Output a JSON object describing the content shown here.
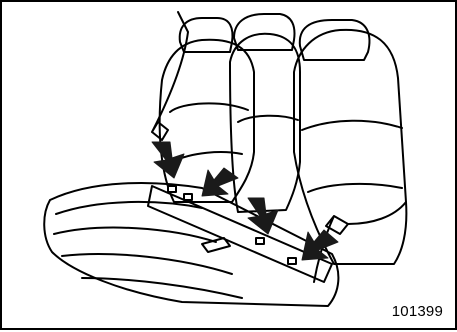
{
  "figure": {
    "id_label": "101399",
    "subject": "rear-seat-illustration",
    "arrow_count": 4,
    "colors": {
      "line": "#000000",
      "fill": "#ffffff",
      "arrow": "#1a1a1a"
    }
  }
}
